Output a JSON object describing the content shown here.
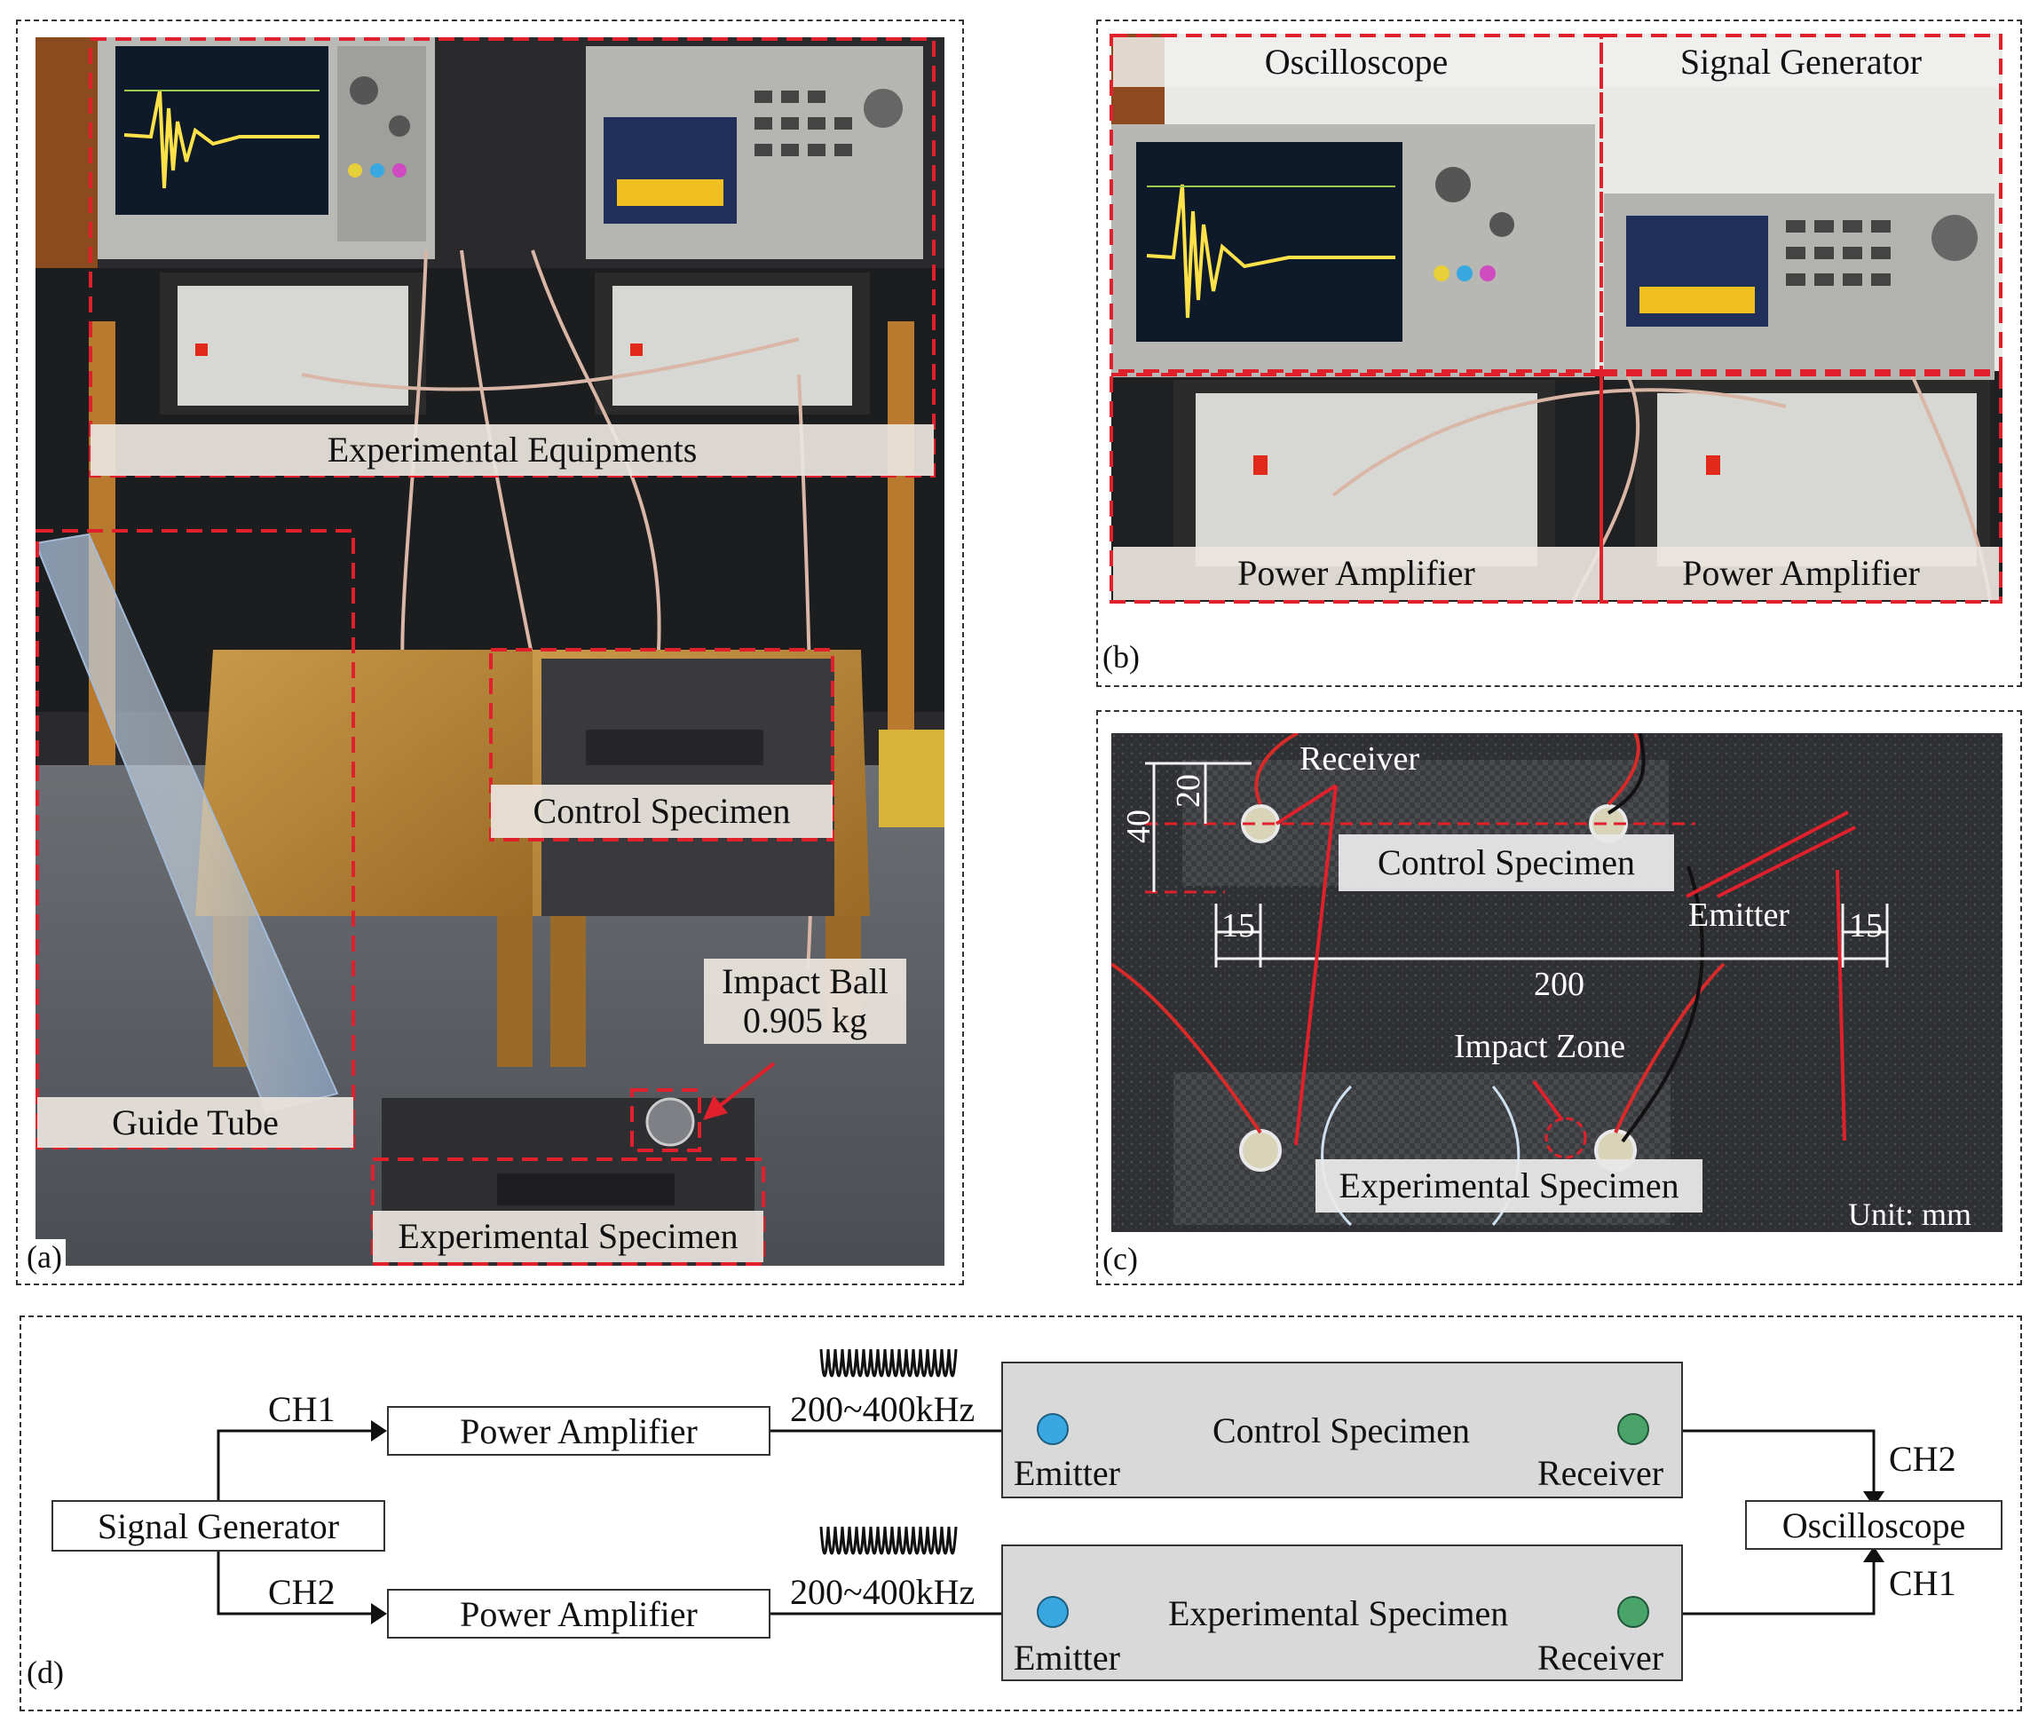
{
  "panels": {
    "a": {
      "tag": "(a)",
      "labels": {
        "experimental_equipments": "Experimental Equipments",
        "guide_tube": "Guide Tube",
        "control_specimen": "Control Specimen",
        "impact_ball_line1": "Impact Ball",
        "impact_ball_line2": "0.905 kg",
        "experimental_specimen": "Experimental Specimen"
      }
    },
    "b": {
      "tag": "(b)",
      "labels": {
        "oscilloscope": "Oscilloscope",
        "signal_generator": "Signal Generator",
        "power_amplifier_left": "Power Amplifier",
        "power_amplifier_right": "Power Amplifier"
      }
    },
    "c": {
      "tag": "(c)",
      "labels": {
        "receiver": "Receiver",
        "control_specimen": "Control Specimen",
        "emitter": "Emitter",
        "impact_zone": "Impact Zone",
        "experimental_specimen": "Experimental Specimen",
        "unit": "Unit: mm"
      },
      "dimensions": {
        "d40": "40",
        "d20": "20",
        "d15_left": "15",
        "d15_right": "15",
        "d200": "200"
      }
    },
    "d": {
      "tag": "(d)",
      "signal_generator": "Signal Generator",
      "oscilloscope": "Oscilloscope",
      "top": {
        "channel": "CH1",
        "amplifier": "Power Amplifier",
        "frequency": "200~400kHz",
        "specimen": "Control Specimen",
        "emitter": "Emitter",
        "receiver": "Receiver",
        "osc_channel": "CH2"
      },
      "bottom": {
        "channel": "CH2",
        "amplifier": "Power Amplifier",
        "frequency": "200~400kHz",
        "specimen": "Experimental Specimen",
        "emitter": "Emitter",
        "receiver": "Receiver",
        "osc_channel": "CH1"
      }
    }
  },
  "colors": {
    "dashed_red": "#e0202a",
    "emitter_fill": "#3aa8e0",
    "receiver_fill": "#4aa46a",
    "specimen_fill": "#d9d9d9"
  }
}
